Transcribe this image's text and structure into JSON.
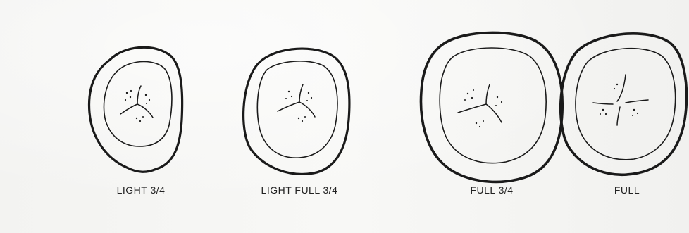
{
  "figures": [
    {
      "id": "light-3-4",
      "label": "LIGHT 3/4"
    },
    {
      "id": "light-full-3-4",
      "label": "LIGHT FULL 3/4"
    },
    {
      "id": "full-3-4",
      "label": "FULL 3/4"
    },
    {
      "id": "full",
      "label": "FULL"
    }
  ],
  "colors": {
    "ink": "#1a1a1a",
    "paper": "#f7f7f5"
  }
}
